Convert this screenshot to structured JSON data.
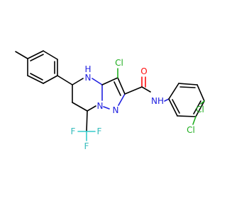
{
  "molecule": {
    "labels": {
      "cl_pyrazole": "Cl",
      "nh_ring": "N",
      "nh_ring_h": "H",
      "n_bridge": "N",
      "n_pyrazole": "N",
      "o_carbonyl": "O",
      "nh_amide": "NH",
      "cl_meta": "Cl",
      "cl_para": "Cl",
      "f_1": "F",
      "f_2": "F",
      "f_3": "F"
    },
    "colors": {
      "carbon": "#000000",
      "nitrogen": "#2020e0",
      "oxygen": "#ff0d0d",
      "chlorine": "#1fae1f",
      "fluorine": "#33cccc"
    }
  }
}
